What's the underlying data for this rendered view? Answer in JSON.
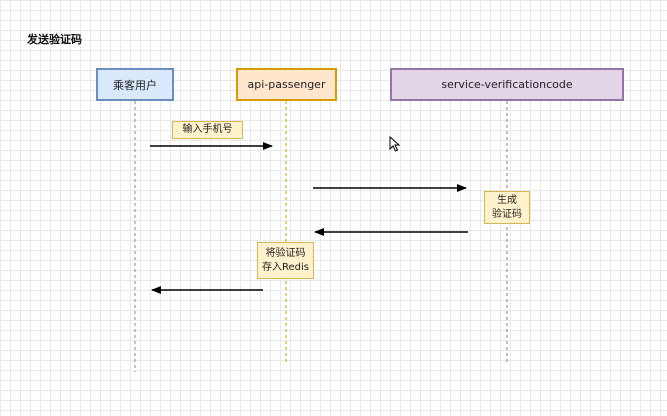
{
  "title": "发送验证码",
  "participants": {
    "passenger": "乘客用户",
    "api": "api-passenger",
    "service": "service-verificationcode"
  },
  "notes": {
    "phone": "输入手机号",
    "generate": [
      "生成",
      "验证码"
    ],
    "redis": [
      "将验证码",
      "存入Redis"
    ]
  },
  "colors": {
    "passenger_fill": "#dae8fc",
    "passenger_border": "#6c8ebf",
    "api_fill": "#ffe6cc",
    "api_border": "#d79b00",
    "service_fill": "#e1d5e7",
    "service_border": "#9673a6",
    "note_fill": "#fff2cc",
    "note_border": "#d6b656"
  },
  "icons": [
    "mouse-cursor-icon"
  ]
}
